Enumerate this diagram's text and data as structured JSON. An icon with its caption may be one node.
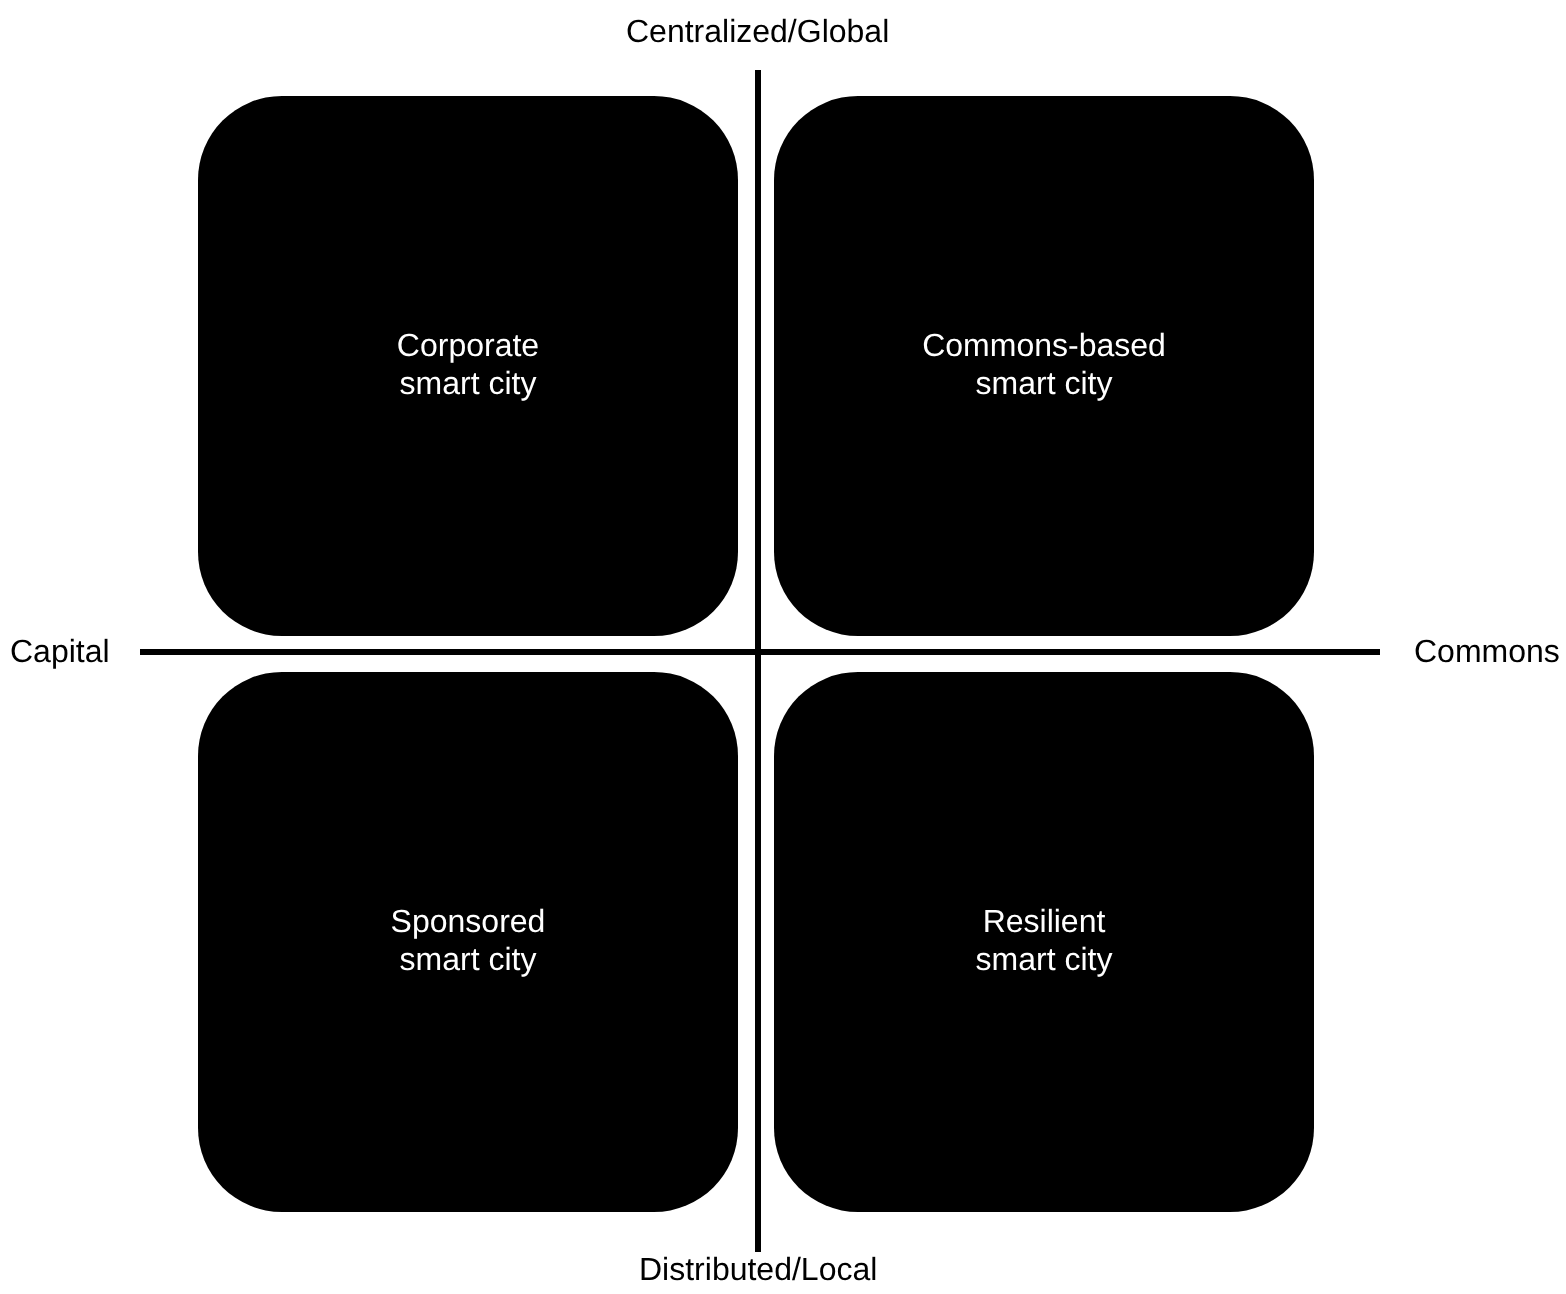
{
  "diagram": {
    "nodes": [
      {
        "text": [
          "Corporate smart city"
        ]
      },
      {
        "text": [
          "Commons-based smart city"
        ]
      },
      {
        "text": [
          "Sponsored smart city"
        ]
      },
      {
        "text": [
          "Resilient smart city"
        ]
      }
    ],
    "labels": [
      "Centralized/Global",
      "Capital",
      "Commons",
      "Distributed/Local"
    ]
  }
}
